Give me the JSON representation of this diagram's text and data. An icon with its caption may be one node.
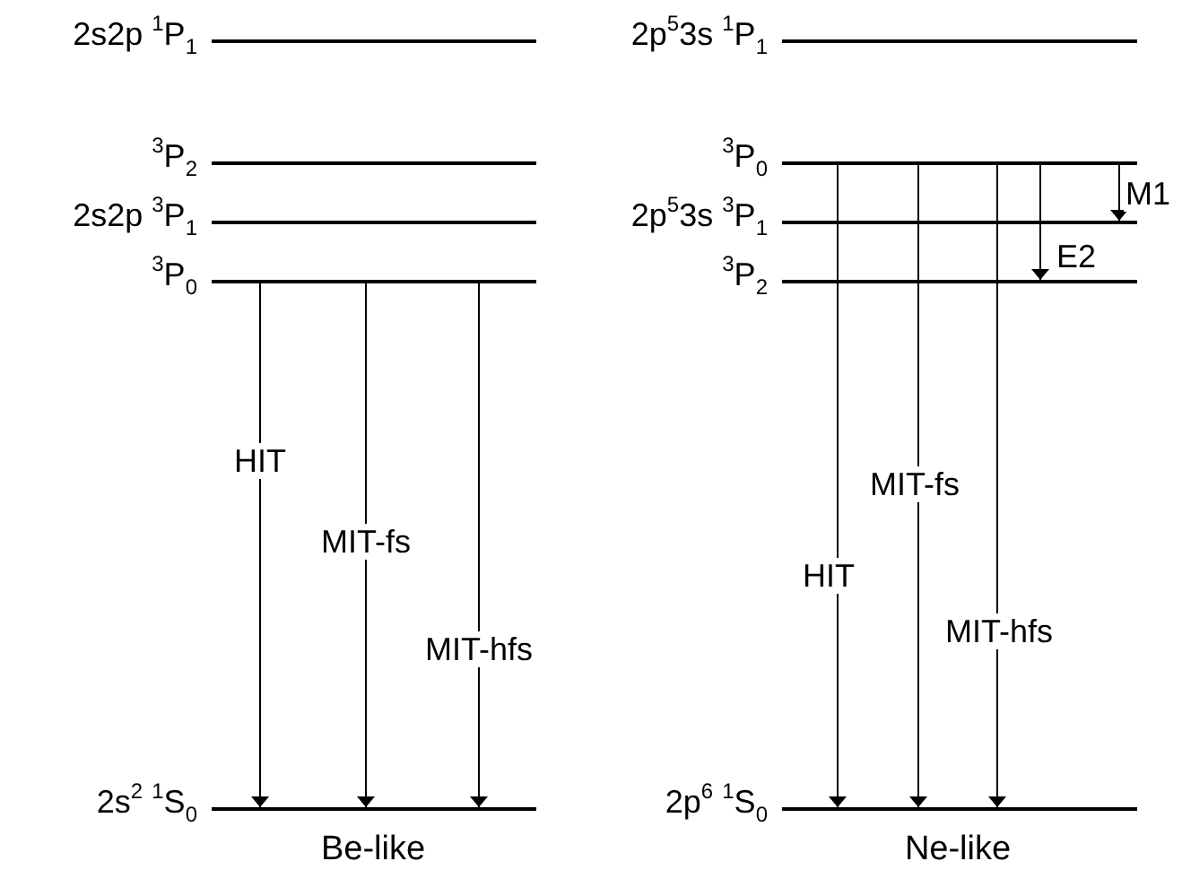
{
  "diagram": {
    "nodes": [
      {
        "text": [],
        "shape": "bar",
        "beside": [
          "2s2p $^{1}$P$_{1}$"
        ]
      },
      {
        "text": [],
        "shape": "bar",
        "beside": [
          "$^{3}$P$_{2}$"
        ]
      },
      {
        "text": [],
        "shape": "bar",
        "beside": [
          "2s2p  $^{3}$P$_{1}$"
        ]
      },
      {
        "text": [],
        "shape": "bar",
        "beside": [
          "$^{3}$P$_{0}$"
        ]
      },
      {
        "text": [],
        "shape": "bar",
        "beside": [
          "2s$^{2}$ $^{1}$S$_{0}$"
        ]
      },
      {
        "text": [],
        "shape": "bar",
        "beside": [
          "2p$^{5}$3s $^{1}$P$_{1}$"
        ]
      },
      {
        "text": [],
        "shape": "bar",
        "beside": [
          "$^{3}$P$_{0}$"
        ]
      },
      {
        "text": [],
        "shape": "bar",
        "beside": [
          "2p$^{5}$3s $^{3}$P$_{1}$"
        ]
      },
      {
        "text": [],
        "shape": "bar",
        "beside": [
          "$^{3}$P$_{2}$"
        ]
      },
      {
        "text": [],
        "shape": "bar",
        "beside": [
          "2p$^{6}$ $^{1}$S$_{0}$"
        ]
      }
    ],
    "edges": [
      {
        "from": 3,
        "to": 4,
        "arrow": "to",
        "label": "HIT"
      },
      {
        "from": 3,
        "to": 4,
        "arrow": "to",
        "label": "MIT-fs"
      },
      {
        "from": 3,
        "to": 4,
        "arrow": "to",
        "label": "MIT-hfs"
      },
      {
        "from": 6,
        "to": 9,
        "arrow": "to",
        "label": "HIT"
      },
      {
        "from": 6,
        "to": 9,
        "arrow": "to",
        "label": "MIT-fs"
      },
      {
        "from": 6,
        "to": 9,
        "arrow": "to",
        "label": "MIT-hfs"
      },
      {
        "from": 6,
        "to": 8,
        "arrow": "to",
        "label": "E2"
      },
      {
        "from": 6,
        "to": 7,
        "arrow": "to",
        "label": "M1"
      }
    ],
    "labels": [
      "Be-like",
      "Ne-like"
    ]
  }
}
